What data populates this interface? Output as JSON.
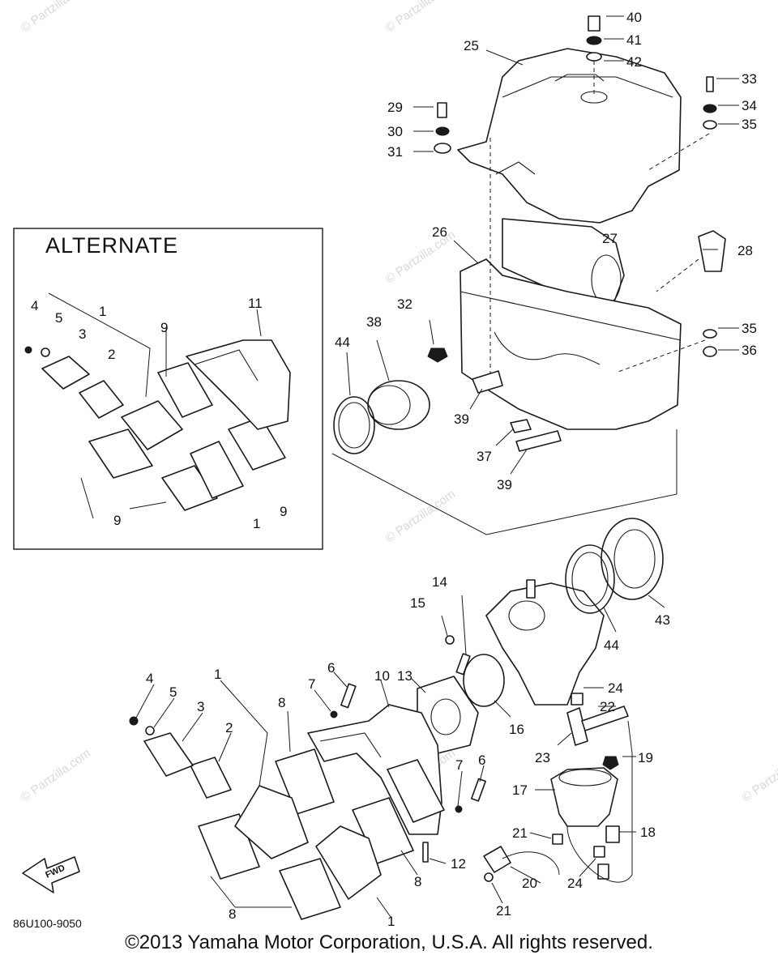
{
  "alternate_label": "ALTERNATE",
  "part_code": "86U100-9050",
  "fwd_label": "FWD",
  "copyright": "©2013 Yamaha Motor Corporation, U.S.A. All rights reserved.",
  "watermark": "© Partzilla.com",
  "callouts": {
    "c1": "1",
    "c2": "2",
    "c3": "3",
    "c4": "4",
    "c5": "5",
    "c6": "6",
    "c7": "7",
    "c8": "8",
    "c9": "9",
    "c10": "10",
    "c11": "11",
    "c12": "12",
    "c13": "13",
    "c14": "14",
    "c15": "15",
    "c16": "16",
    "c17": "17",
    "c18": "18",
    "c19": "19",
    "c20": "20",
    "c21": "21",
    "c22": "22",
    "c23": "23",
    "c24": "24",
    "c25": "25",
    "c26": "26",
    "c27": "27",
    "c28": "28",
    "c29": "29",
    "c30": "30",
    "c31": "31",
    "c32": "32",
    "c33": "33",
    "c34": "34",
    "c35": "35",
    "c36": "36",
    "c37": "37",
    "c38": "38",
    "c39": "39",
    "c40": "40",
    "c41": "41",
    "c42": "42",
    "c43": "43",
    "c44": "44"
  }
}
